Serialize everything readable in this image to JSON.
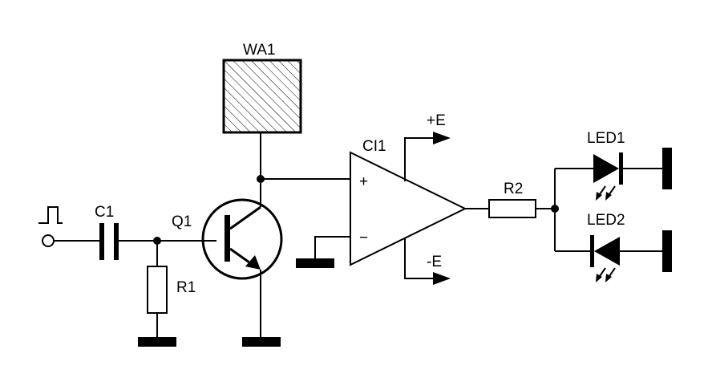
{
  "labels": {
    "c1": "C1",
    "r1": "R1",
    "q1": "Q1",
    "wa1": "WA1",
    "ci1": "CI1",
    "plus_e": "+E",
    "minus_e": "-E",
    "in_plus": "+",
    "in_minus": "−",
    "r2": "R2",
    "led1": "LED1",
    "led2": "LED2"
  },
  "colors": {
    "ink": "#000000",
    "background": "#ffffff"
  },
  "icons": {
    "input": "pulse-signal-icon",
    "grounds": "ground-bar-icon"
  }
}
